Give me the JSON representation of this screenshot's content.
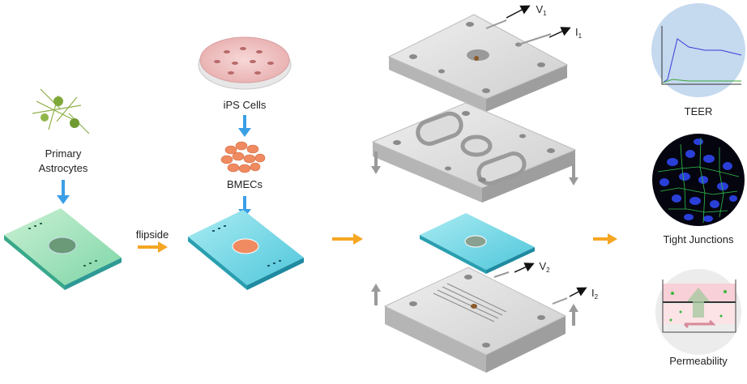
{
  "labels": {
    "astrocytes_line1": "Primary",
    "astrocytes_line2": "Astrocytes",
    "flipside": "flipside",
    "ips_cells": "iPS Cells",
    "bmecs": "BMECs",
    "teer": "TEER",
    "tight_junctions": "Tight Junctions",
    "permeability": "Permeability"
  },
  "electrodes": {
    "v1": "V",
    "v1_sub": "1",
    "i1": "I",
    "i1_sub": "1",
    "v2": "V",
    "v2_sub": "2",
    "i2": "I",
    "i2_sub": "2"
  },
  "colors": {
    "blue_arrow": "#3b9fe6",
    "orange_arrow": "#f5a623",
    "gray_arrow": "#9a9a9a",
    "plate": "#d9d9d9",
    "slide_green": "#9fe0b8",
    "slide_cyan": "#7ad6e6"
  }
}
